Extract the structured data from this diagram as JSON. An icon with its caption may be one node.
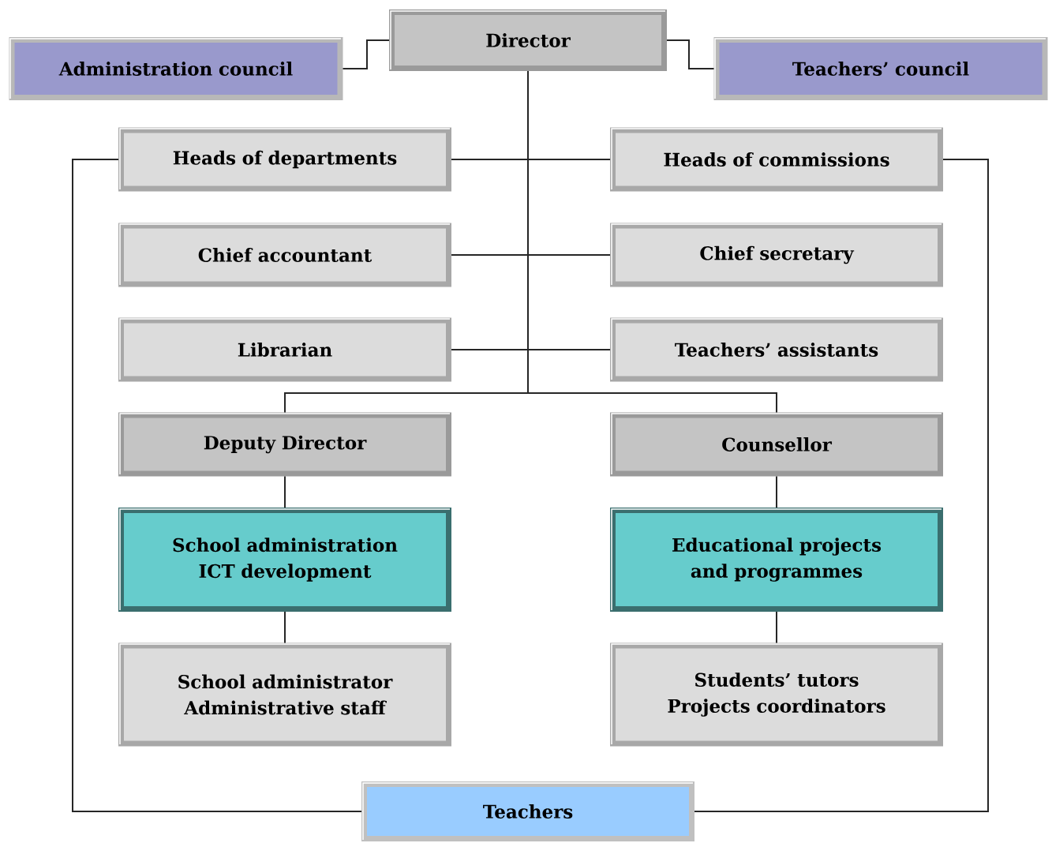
{
  "diagram": {
    "nodes": [
      {
        "text": [
          "Director"
        ]
      },
      {
        "text": [
          "Administration council"
        ]
      },
      {
        "text": [
          "Teachers’ council"
        ]
      },
      {
        "text": [
          "Heads of departments"
        ]
      },
      {
        "text": [
          "Heads of commissions"
        ]
      },
      {
        "text": [
          "Chief accountant"
        ]
      },
      {
        "text": [
          "Chief secretary"
        ]
      },
      {
        "text": [
          "Librarian"
        ]
      },
      {
        "text": [
          "Teachers’ assistants"
        ]
      },
      {
        "text": [
          "Deputy Director"
        ]
      },
      {
        "text": [
          "Counsellor"
        ]
      },
      {
        "text": [
          "School administration",
          "ICT development"
        ]
      },
      {
        "text": [
          "Educational projects and programmes"
        ]
      },
      {
        "text": [
          "School administrator",
          "Administrative staff"
        ]
      },
      {
        "text": [
          "Students’ tutors",
          "Projects coordinators"
        ]
      },
      {
        "text": [
          "Teachers"
        ]
      }
    ],
    "edges": [
      {
        "from": 0,
        "to": 1,
        "arrow": "none"
      },
      {
        "from": 0,
        "to": 2,
        "arrow": "none"
      },
      {
        "from": 0,
        "to": 3,
        "arrow": "none"
      },
      {
        "from": 0,
        "to": 4,
        "arrow": "none"
      },
      {
        "from": 0,
        "to": 5,
        "arrow": "none"
      },
      {
        "from": 0,
        "to": 6,
        "arrow": "none"
      },
      {
        "from": 0,
        "to": 7,
        "arrow": "none"
      },
      {
        "from": 0,
        "to": 8,
        "arrow": "none"
      },
      {
        "from": 0,
        "to": 9,
        "arrow": "none"
      },
      {
        "from": 0,
        "to": 10,
        "arrow": "none"
      },
      {
        "from": 9,
        "to": 11,
        "arrow": "none"
      },
      {
        "from": 10,
        "to": 12,
        "arrow": "none"
      },
      {
        "from": 11,
        "to": 13,
        "arrow": "none"
      },
      {
        "from": 12,
        "to": 14,
        "arrow": "none"
      },
      {
        "from": 3,
        "to": 15,
        "arrow": "none"
      },
      {
        "from": 4,
        "to": 15,
        "arrow": "none"
      }
    ]
  }
}
